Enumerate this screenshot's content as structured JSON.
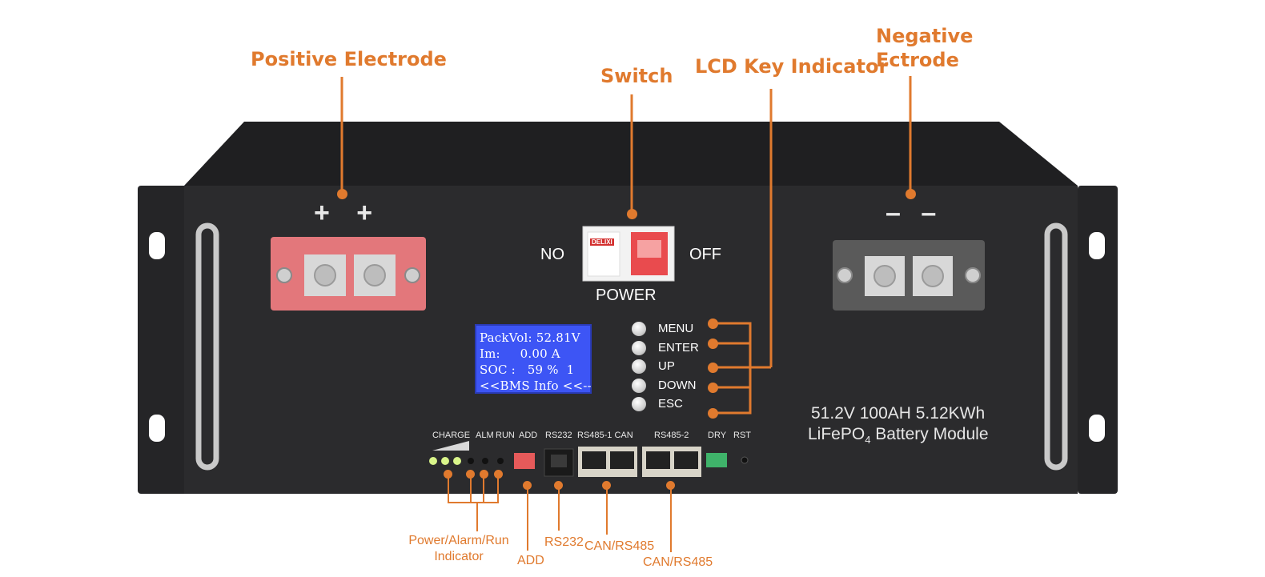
{
  "callouts": {
    "positive": "Positive Electrode",
    "switch": "Switch",
    "lcd_key": "LCD Key Indicator",
    "negative_1": "Negative",
    "negative_2": "Ectrode",
    "indicator_1": "Power/Alarm/Run",
    "indicator_2": "Indicator",
    "add": "ADD",
    "rs232": "RS232",
    "can_rs485_1": "CAN/RS485",
    "can_rs485_2": "CAN/RS485"
  },
  "terminals": {
    "positive_signs": "+ +",
    "negative_signs": "– –"
  },
  "breaker": {
    "left_label": "NO",
    "right_label": "OFF",
    "power_label": "POWER",
    "brand": "DELIXI"
  },
  "lcd": {
    "lines": [
      "PackVol: 52.81V",
      "Im:     0.00 A",
      "SOC :   59 %  1",
      "<<BMS Info <<--"
    ]
  },
  "keys": [
    "MENU",
    "ENTER",
    "UP",
    "DOWN",
    "ESC"
  ],
  "model": {
    "line1": "51.2V 100AH 5.12KWh",
    "line2_prefix": "LiFePO",
    "line2_sub": "4",
    "line2_suffix": " Battery Module"
  },
  "ports": {
    "charge": "CHARGE",
    "alm": "ALM",
    "run": "RUN",
    "add": "ADD",
    "rs232": "RS232",
    "rs485_1_can": "RS485-1 CAN",
    "rs485_2": "RS485-2",
    "dry": "DRY",
    "rst": "RST"
  },
  "colors": {
    "accent": "#e07a2e",
    "panel": "#2b2b2d",
    "lcd": "#3d55f5",
    "positive_terminal": "#e3777b",
    "negative_terminal": "#5a5a5a"
  }
}
